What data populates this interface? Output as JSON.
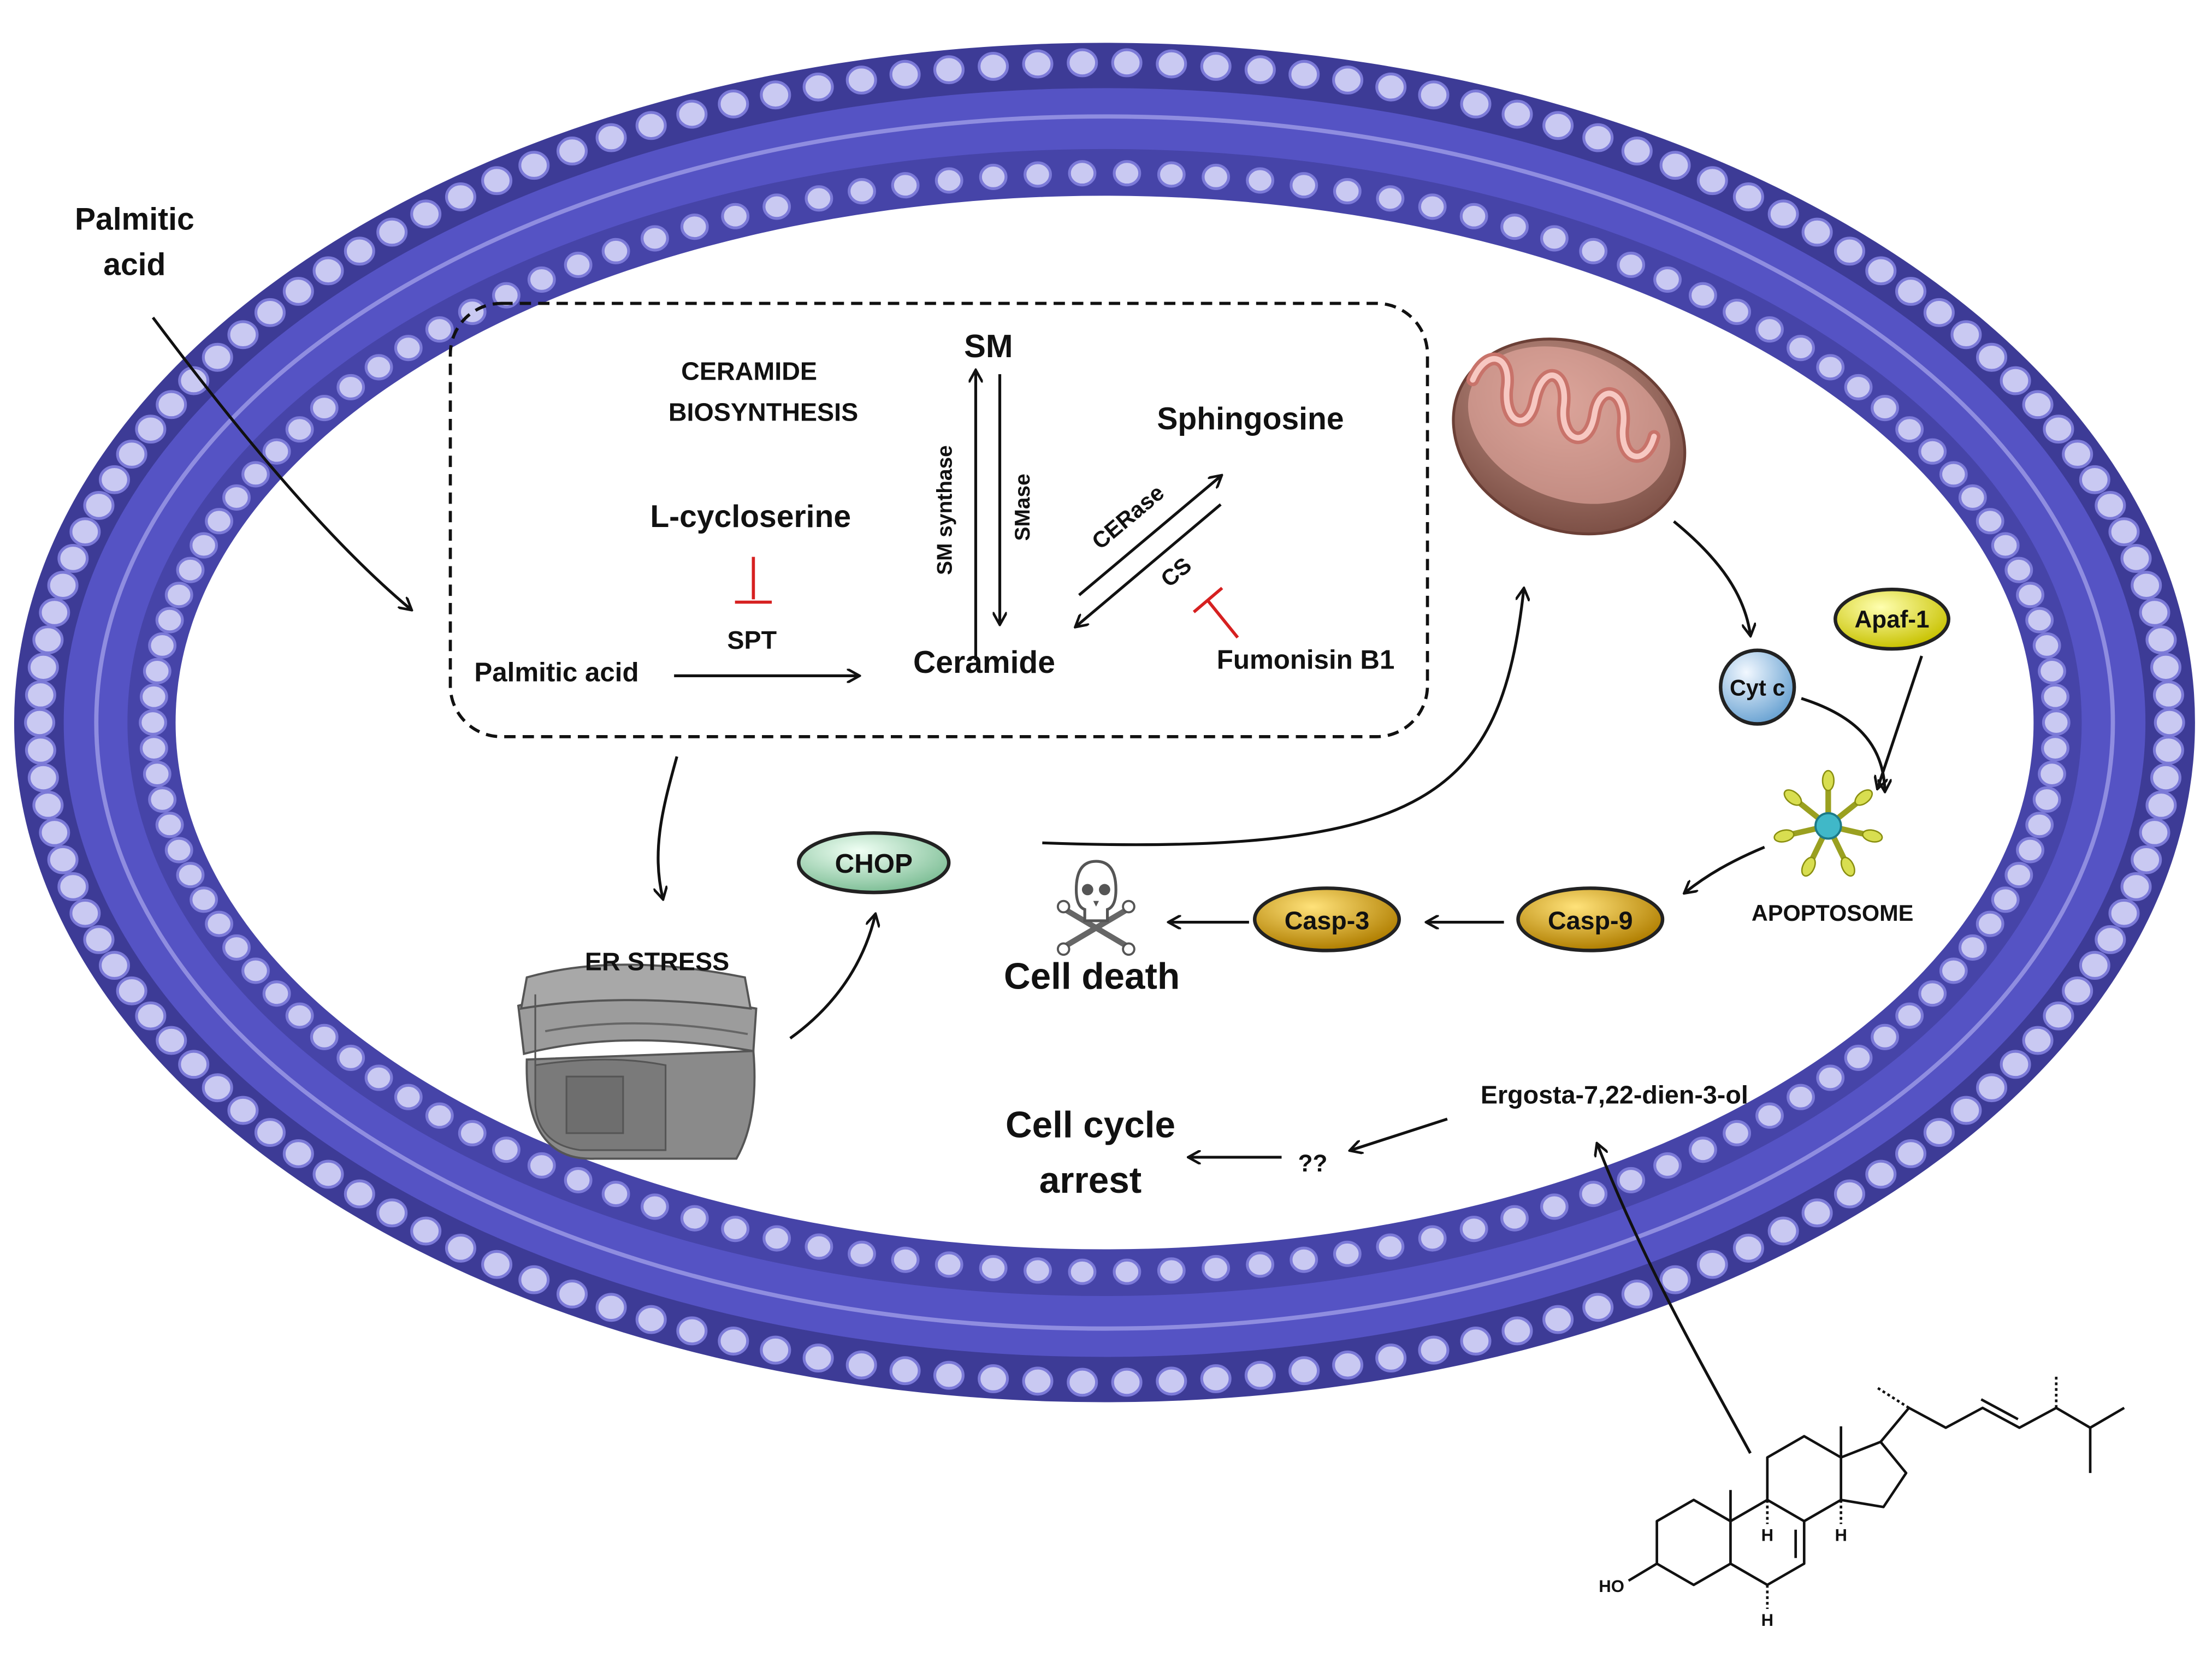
{
  "labels": {
    "palmitic_acid_outside_line1": "Palmitic",
    "palmitic_acid_outside_line2": "acid",
    "ceramide_biosynthesis_line1": "CERAMIDE",
    "ceramide_biosynthesis_line2": "BIOSYNTHESIS",
    "sm": "SM",
    "sphingosine": "Sphingosine",
    "sm_synthase": "SM synthase",
    "smase": "SMase",
    "cerase": "CERase",
    "cs": "CS",
    "l_cycloserine": "L-cycloserine",
    "spt": "SPT",
    "palmitic_acid_inner": "Palmitic acid",
    "ceramide": "Ceramide",
    "fumonisin_b1": "Fumonisin B1",
    "er_stress": "ER STRESS",
    "chop": "CHOP",
    "cyt_c": "Cyt c",
    "apaf1": "Apaf-1",
    "apoptosome": "APOPTOSOME",
    "casp9": "Casp-9",
    "casp3": "Casp-3",
    "cell_death": "Cell death",
    "ergosta": "Ergosta-7,22-dien-3-ol",
    "unknown": "??",
    "cell_cycle_arrest_line1": "Cell cycle",
    "cell_cycle_arrest_line2": "arrest",
    "ho": "HO",
    "h1": "H",
    "h2": "H",
    "h3": "H"
  },
  "colors": {
    "membrane_dark": "#3d3b96",
    "membrane_mid": "#5553c4",
    "membrane_head": "#c9c9f2",
    "membrane_head_edge": "#7c7ad8",
    "inhibitor_red": "#d62020",
    "arrow_black": "#111111",
    "chop_green": "#bfe6cf",
    "cyt_blue": "#a8cde8",
    "apaf_yellow": "#f2ef18",
    "casp_orange": "#e8b20c",
    "mito_outer": "#a77468",
    "mito_inner": "#f0a8a0",
    "er_gray": "#8e8e8e",
    "apoptosome_center": "#40b8c8",
    "apoptosome_arm": "#d8de50"
  },
  "icons": [
    "mitochondrion-icon",
    "endoplasmic-reticulum-icon",
    "apoptosome-icon",
    "skull-crossbones-icon",
    "ergosterol-structure-icon"
  ]
}
